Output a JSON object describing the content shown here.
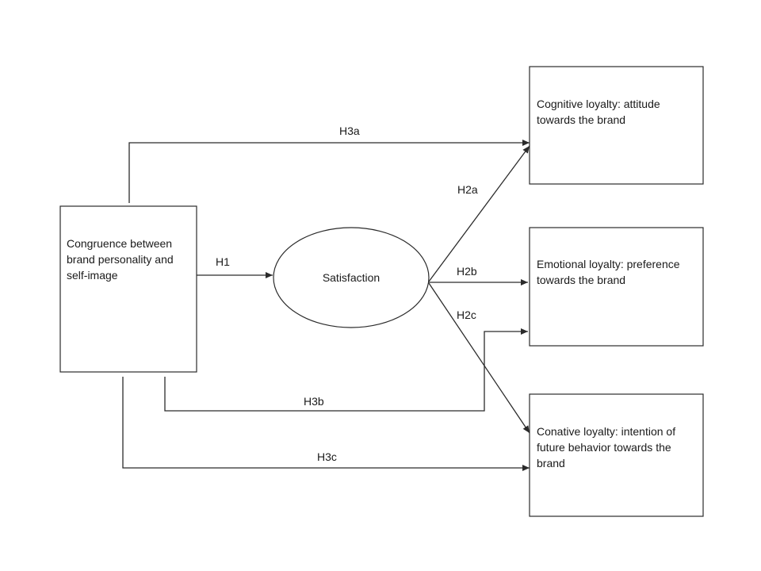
{
  "diagram": {
    "nodes": {
      "congruence": {
        "lines": [
          "Congruence between",
          "brand personality and",
          "self-image"
        ]
      },
      "satisfaction": {
        "label": "Satisfaction"
      },
      "cognitive": {
        "lines": [
          "Cognitive loyalty: attitude",
          "towards the brand"
        ]
      },
      "emotional": {
        "lines": [
          "Emotional loyalty: preference",
          "towards the brand"
        ]
      },
      "conative": {
        "lines": [
          "Conative loyalty: intention of",
          "future behavior towards the",
          "brand"
        ]
      }
    },
    "edges": {
      "h1": "H1",
      "h2a": "H2a",
      "h2b": "H2b",
      "h2c": "H2c",
      "h3a": "H3a",
      "h3b": "H3b",
      "h3c": "H3c"
    },
    "colors": {
      "line": "#2b2b2b",
      "text": "#1a1a1a",
      "background": "#ffffff"
    }
  }
}
